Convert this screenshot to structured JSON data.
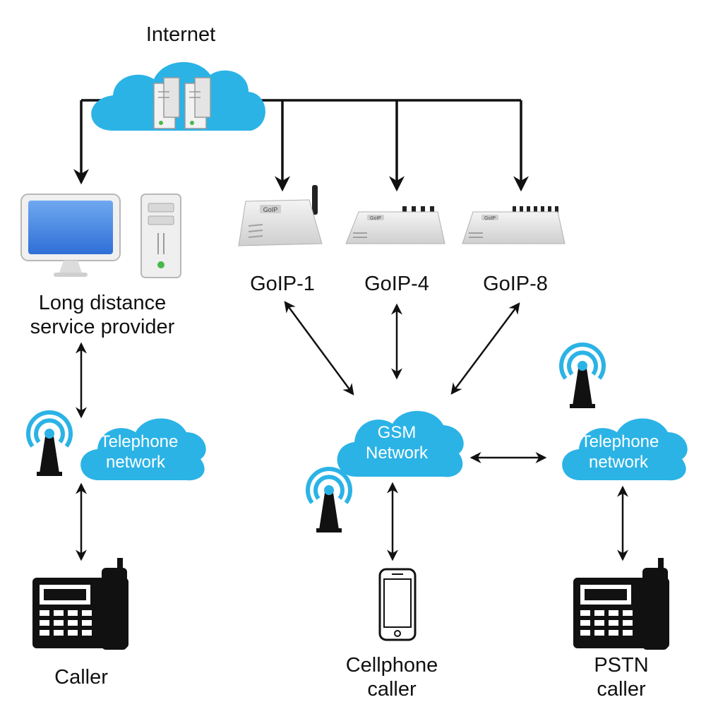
{
  "colors": {
    "cloud": "#2bb3e6",
    "cloud_text": "#ffffff",
    "line": "#111111",
    "tower_ring": "#2bb3e6",
    "tower_body": "#111111",
    "device_body": "#e6e6e6",
    "phone_body": "#111111"
  },
  "internet": {
    "label": "Internet",
    "icon": "server-icon"
  },
  "provider": {
    "line1": "Long distance",
    "line2": "service provider",
    "icons": [
      "monitor-icon",
      "pc-tower-icon"
    ]
  },
  "gateways": [
    {
      "label": "GoIP-1",
      "icon": "gateway-device-icon",
      "badge": "GoIP"
    },
    {
      "label": "GoIP-4",
      "icon": "gateway-device-icon",
      "badge": "GoIP"
    },
    {
      "label": "GoIP-8",
      "icon": "gateway-device-icon",
      "badge": "GoIP"
    }
  ],
  "clouds": {
    "telephone_left": {
      "line1": "Telephone",
      "line2": "network"
    },
    "gsm": {
      "line1": "GSM",
      "line2": "Network"
    },
    "telephone_right": {
      "line1": "Telephone",
      "line2": "network"
    }
  },
  "endpoints": {
    "caller": {
      "label": "Caller",
      "icon": "desk-phone-icon"
    },
    "cellphone": {
      "line1": "Cellphone",
      "line2": "caller",
      "icon": "smartphone-icon"
    },
    "pstn": {
      "line1": "PSTN",
      "line2": "caller",
      "icon": "desk-phone-icon"
    }
  }
}
